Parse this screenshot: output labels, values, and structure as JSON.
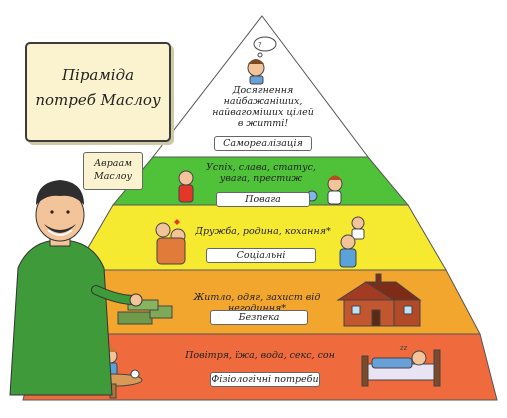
{
  "title": {
    "line1": "Піраміда",
    "line2": "потреб Маслоу"
  },
  "author": {
    "line1": "Авраам",
    "line2": "Маслоу"
  },
  "levels": {
    "self_actualization": {
      "text1": "Досягнення",
      "text2": "найбажаніших,",
      "text3": "найвагоміших цілей",
      "text4": "в житті!",
      "label": "Самореалізація",
      "color": "#ffffff"
    },
    "esteem": {
      "text1": "Успіх, слава, статус,",
      "text2": "увага, престиж",
      "label": "Повага",
      "color": "#4fc23a"
    },
    "social": {
      "text1": "Дружба, родина, кохання*",
      "label": "Соціальні",
      "color": "#f6ea30"
    },
    "safety": {
      "text1": "Житло, одяг, захист від негодиння*",
      "label": "Безпека",
      "color": "#f2a62e"
    },
    "physiological": {
      "text1": "Повітря, їжа, вода, секс, сон",
      "label": "Фізіологічні потреби",
      "color": "#ef6a3c"
    }
  },
  "colors": {
    "outline": "#555555",
    "note_bg": "#fbf3cf"
  }
}
